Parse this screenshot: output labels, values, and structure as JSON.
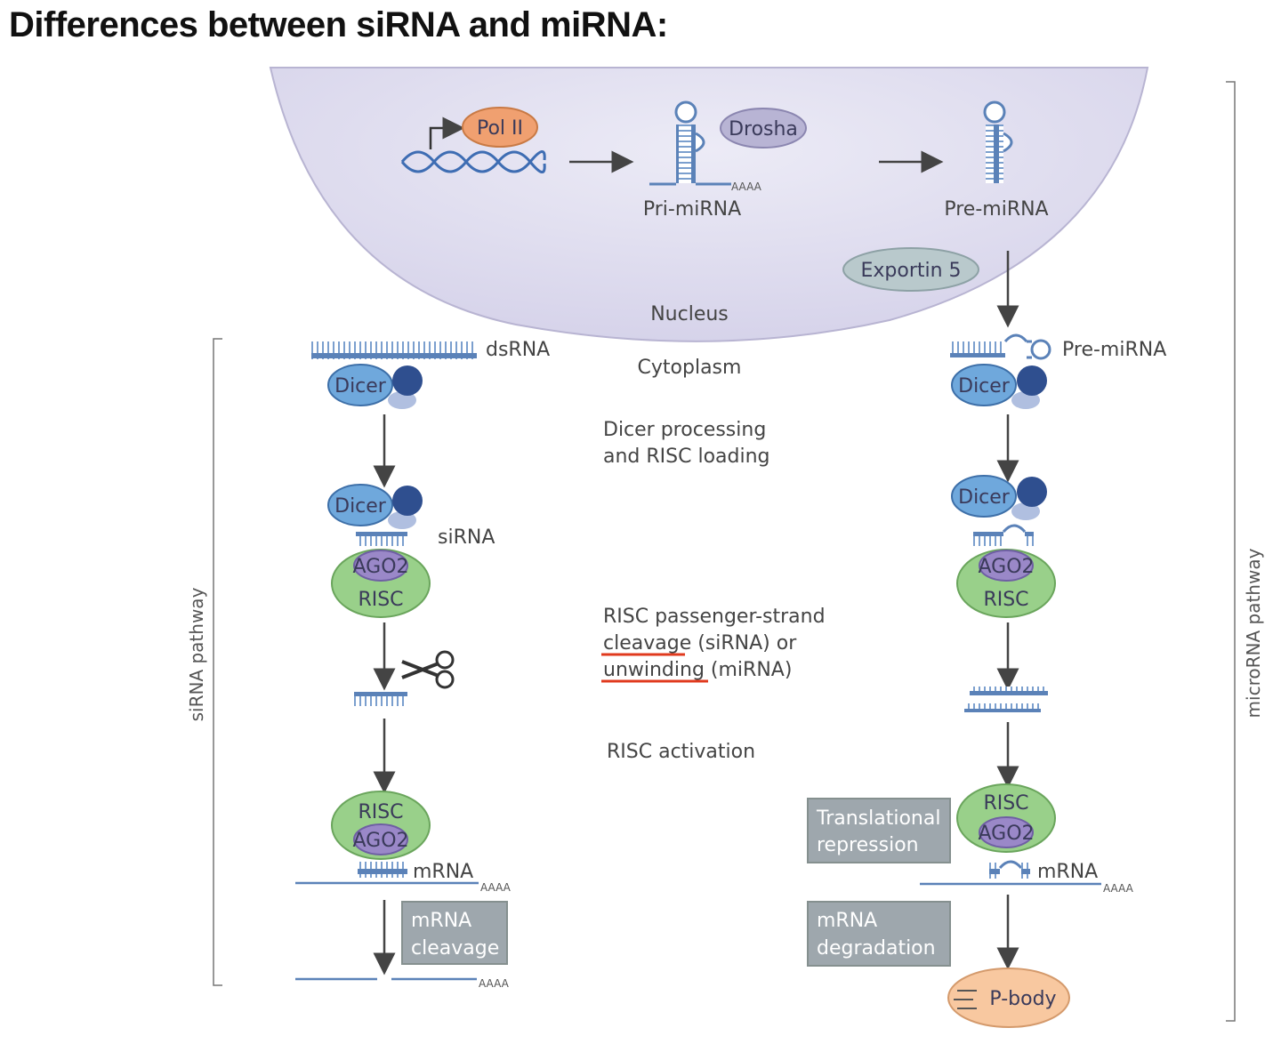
{
  "title": "Differences between siRNA and miRNA:",
  "labels": {
    "pol2": "Pol II",
    "drosha": "Drosha",
    "pri_mirna": "Pri-miRNA",
    "pre_mirna_nucleus": "Pre-miRNA",
    "exportin": "Exportin 5",
    "nucleus": "Nucleus",
    "cytoplasm": "Cytoplasm",
    "dsrna": "dsRNA",
    "pre_mirna_cyto": "Pre-miRNA",
    "dicer": "Dicer",
    "sirna": "siRNA",
    "ago2": "AGO2",
    "risc": "RISC",
    "mrna": "mRNA",
    "polya": "AAAA",
    "pbody": "P-body"
  },
  "steps": {
    "dicer_processing": [
      "Dicer processing",
      "and RISC loading"
    ],
    "passenger": [
      "RISC passenger-strand",
      "cleavage",
      " (siRNA) or",
      "unwinding",
      " (miRNA)"
    ],
    "activation": "RISC activation"
  },
  "outcome_boxes": {
    "mrna_cleavage": [
      "mRNA",
      "cleavage"
    ],
    "translational_repression": [
      "Translational",
      "repression"
    ],
    "mrna_degradation": [
      "mRNA",
      "degradation"
    ]
  },
  "pathways": {
    "sirna": "siRNA pathway",
    "microrna": "microRNA pathway"
  },
  "colors": {
    "nucleus_fill": "#e2e0f0",
    "pol2": "#f0a070",
    "dicer": "#6fa8dc",
    "dicer_dark": "#2f4f8f",
    "risc": "#99d08a",
    "ago2": "#9a88c8",
    "pbody": "#f8c8a0",
    "outcome_box": "#9ea7ad",
    "rna": "#5b82b8",
    "underline": "#e03a1e"
  }
}
